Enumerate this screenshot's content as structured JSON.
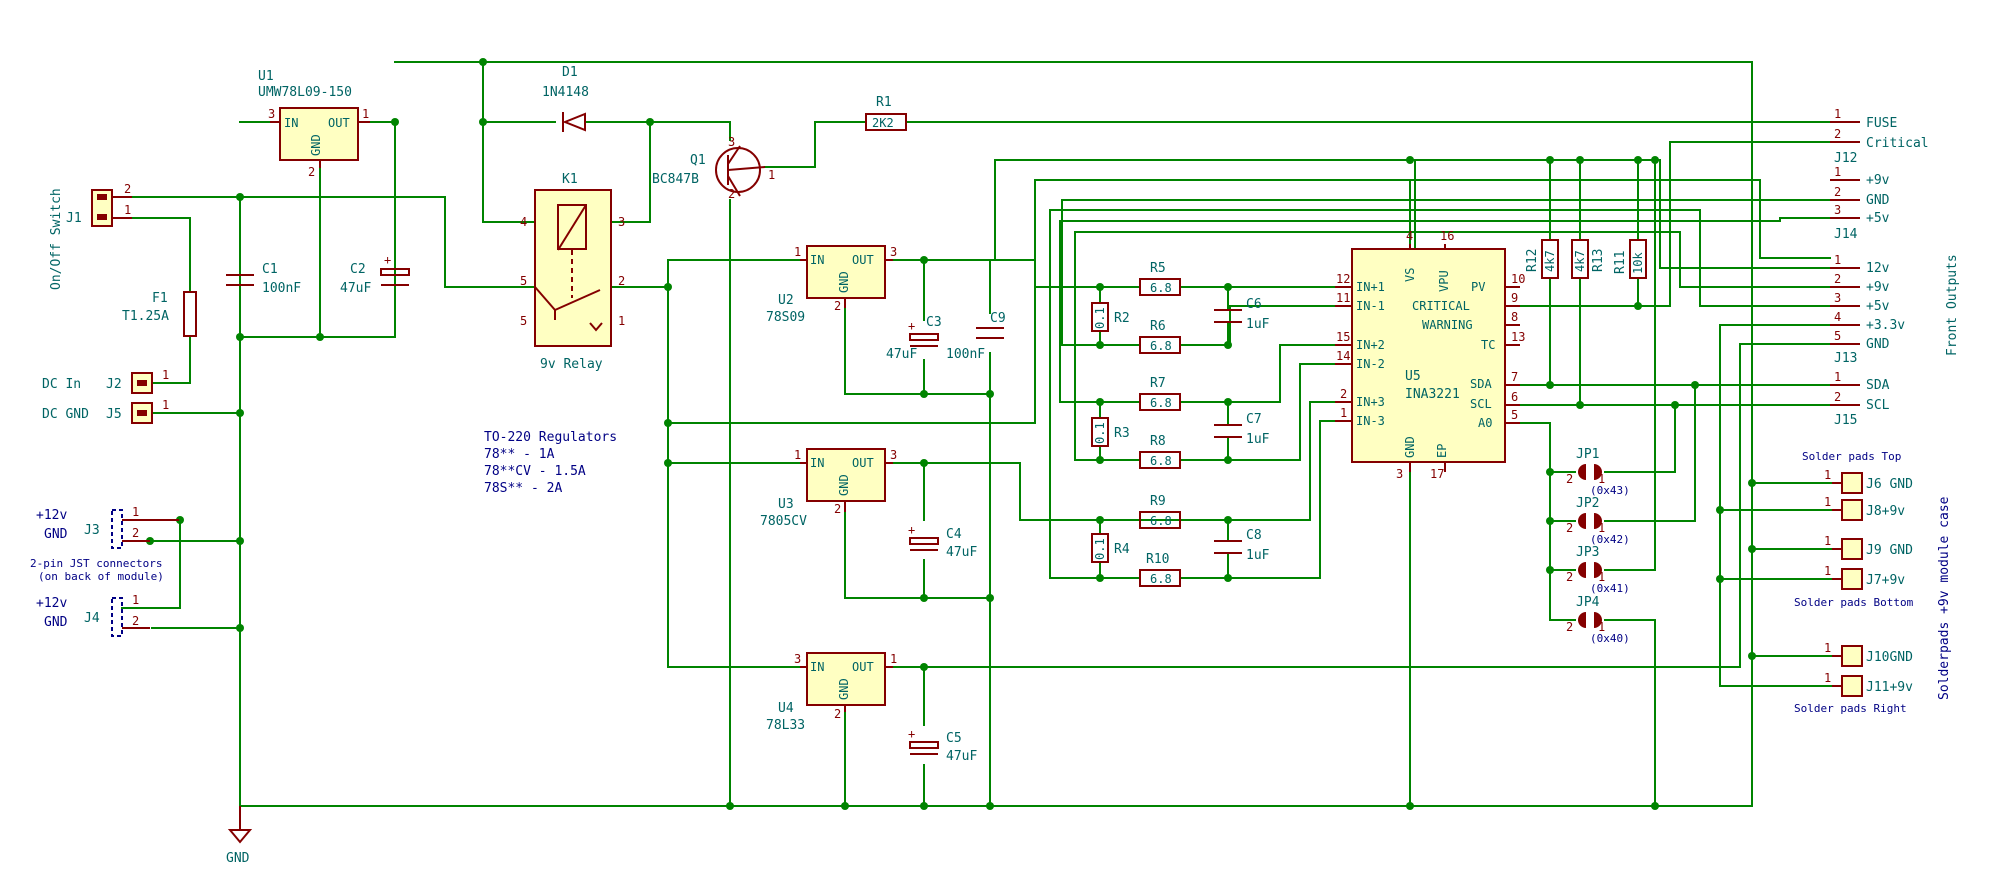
{
  "sheet": {
    "title": "Schematic"
  },
  "labels": {
    "onoff": "On/Off Switch",
    "dc_in": "DC In",
    "dc_gnd": "DC GND",
    "gnd_symbol": "GND",
    "relay_desc": "9v Relay",
    "jst_note1": "2-pin JST connectors",
    "jst_note2": "(on back of module)",
    "reg_note_title": "TO-220 Regulators",
    "reg_note_1": "78** - 1A",
    "reg_note_2": "78**CV - 1.5A",
    "reg_note_3": "78S** - 2A",
    "front_outputs": "Front Outputs",
    "solderpads_case": "Solderpads +9v module case",
    "pads_top": "Solder pads Top",
    "pads_bottom": "Solder pads Bottom",
    "pads_right": "Solder pads Right",
    "plus12v": "+12v",
    "gnd": "GND"
  },
  "components": {
    "U1": {
      "ref": "U1",
      "value": "UMW78L09-150",
      "pin_in": "IN",
      "pin_out": "OUT",
      "pin_gnd": "GND"
    },
    "U2": {
      "ref": "U2",
      "value": "78S09"
    },
    "U3": {
      "ref": "U3",
      "value": "7805CV"
    },
    "U4": {
      "ref": "U4",
      "value": "78L33"
    },
    "U5": {
      "ref": "U5",
      "value": "INA3221"
    },
    "D1": {
      "ref": "D1",
      "value": "1N4148"
    },
    "Q1": {
      "ref": "Q1",
      "value": "BC847B"
    },
    "K1": {
      "ref": "K1"
    },
    "R1": {
      "ref": "R1",
      "value": "2K2"
    },
    "F1": {
      "ref": "F1",
      "value": "T1.25A"
    },
    "C1": {
      "ref": "C1",
      "value": "100nF"
    },
    "C2": {
      "ref": "C2",
      "value": "47uF"
    },
    "C3": {
      "ref": "C3",
      "value": "47uF"
    },
    "C9": {
      "ref": "C9",
      "value": "100nF"
    },
    "C4": {
      "ref": "C4",
      "value": "47uF"
    },
    "C5": {
      "ref": "C5",
      "value": "47uF"
    },
    "C6": {
      "ref": "C6",
      "value": "1uF"
    },
    "C7": {
      "ref": "C7",
      "value": "1uF"
    },
    "C8": {
      "ref": "C8",
      "value": "1uF"
    },
    "R2": {
      "ref": "R2",
      "value": "0.1"
    },
    "R3": {
      "ref": "R3",
      "value": "0.1"
    },
    "R4": {
      "ref": "R4",
      "value": "0.1"
    },
    "R5": {
      "ref": "R5",
      "value": "6.8"
    },
    "R6": {
      "ref": "R6",
      "value": "6.8"
    },
    "R7": {
      "ref": "R7",
      "value": "6.8"
    },
    "R8": {
      "ref": "R8",
      "value": "6.8"
    },
    "R9": {
      "ref": "R9",
      "value": "6.8"
    },
    "R10": {
      "ref": "R10",
      "value": "6.8"
    },
    "R11": {
      "ref": "R11",
      "value": "10k"
    },
    "R12": {
      "ref": "R12",
      "value": "4k7"
    },
    "R13": {
      "ref": "R13",
      "value": "4k7"
    },
    "J1": {
      "ref": "J1"
    },
    "J2": {
      "ref": "J2"
    },
    "J3": {
      "ref": "J3"
    },
    "J4": {
      "ref": "J4"
    },
    "J5": {
      "ref": "J5"
    },
    "J12": {
      "ref": "J12"
    },
    "J13": {
      "ref": "J13"
    },
    "J14": {
      "ref": "J14"
    },
    "J15": {
      "ref": "J15"
    },
    "JP1": {
      "ref": "JP1",
      "addr": "(0x43)"
    },
    "JP2": {
      "ref": "JP2",
      "addr": "(0x42)"
    },
    "JP3": {
      "ref": "JP3",
      "addr": "(0x41)"
    },
    "JP4": {
      "ref": "JP4",
      "addr": "(0x40)"
    }
  },
  "ina_pins": {
    "in1p": "IN+1",
    "in1n": "IN-1",
    "in2p": "IN+2",
    "in2n": "IN-2",
    "in3p": "IN+3",
    "in3n": "IN-3",
    "vs": "VS",
    "vpu": "VPU",
    "pv": "PV",
    "critical": "CRITICAL",
    "warning": "WARNING",
    "tc": "TC",
    "sda": "SDA",
    "scl": "SCL",
    "a0": "A0",
    "gnd": "GND",
    "ep": "EP"
  },
  "reg_pins": {
    "in": "IN",
    "out": "OUT",
    "gnd": "GND"
  },
  "outputs": {
    "j12": [
      "FUSE",
      "Critical"
    ],
    "j14": [
      "+9v",
      "GND",
      "+5v"
    ],
    "j13": [
      "12v",
      "+9v",
      "+5v",
      "+3.3v",
      "GND"
    ],
    "j15": [
      "SDA",
      "SCL"
    ]
  },
  "pads": {
    "j6": "J6 GND",
    "j8": "J8+9v",
    "j9": "J9 GND",
    "j7": "J7+9v",
    "j10": "J10GND",
    "j11": "J11+9v"
  },
  "colors": {
    "wire": "#008400",
    "body": "#840000",
    "ic_fill": "#ffffc2",
    "text": "#006464",
    "note": "#000084"
  }
}
